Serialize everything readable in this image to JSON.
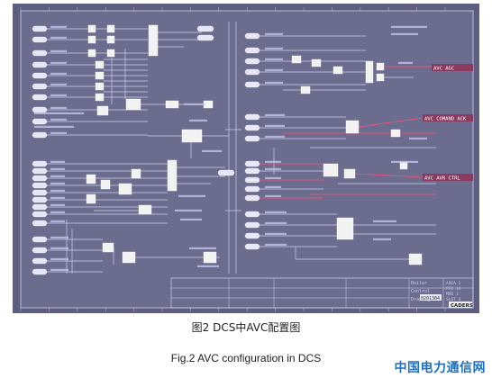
{
  "figure": {
    "title_block": {
      "company": "CADERS",
      "drawing_no": "0201304",
      "rows": [
        "Boiler",
        "Control",
        "Drawing"
      ],
      "sheet_info": [
        "AREA 1",
        "PCU 14",
        "MOD 1",
        "SLOT 4"
      ]
    },
    "connection_labels": {
      "right_top": "AVC AGC",
      "right_mid": "AVC COMAND ACK",
      "right_lower": "AVC AVR CTRL"
    }
  },
  "caption": {
    "cn": "图2  DCS中AVC配置图",
    "en": "Fig.2 AVC configuration in DCS"
  },
  "watermark": "中国电力通信网",
  "colors": {
    "sheet_bg": "#6a6a8a",
    "wire": "#c8c8f0",
    "highlight": "#ff4f7a",
    "box": "#f2f2f2",
    "watermark": "#1f6fc0"
  }
}
